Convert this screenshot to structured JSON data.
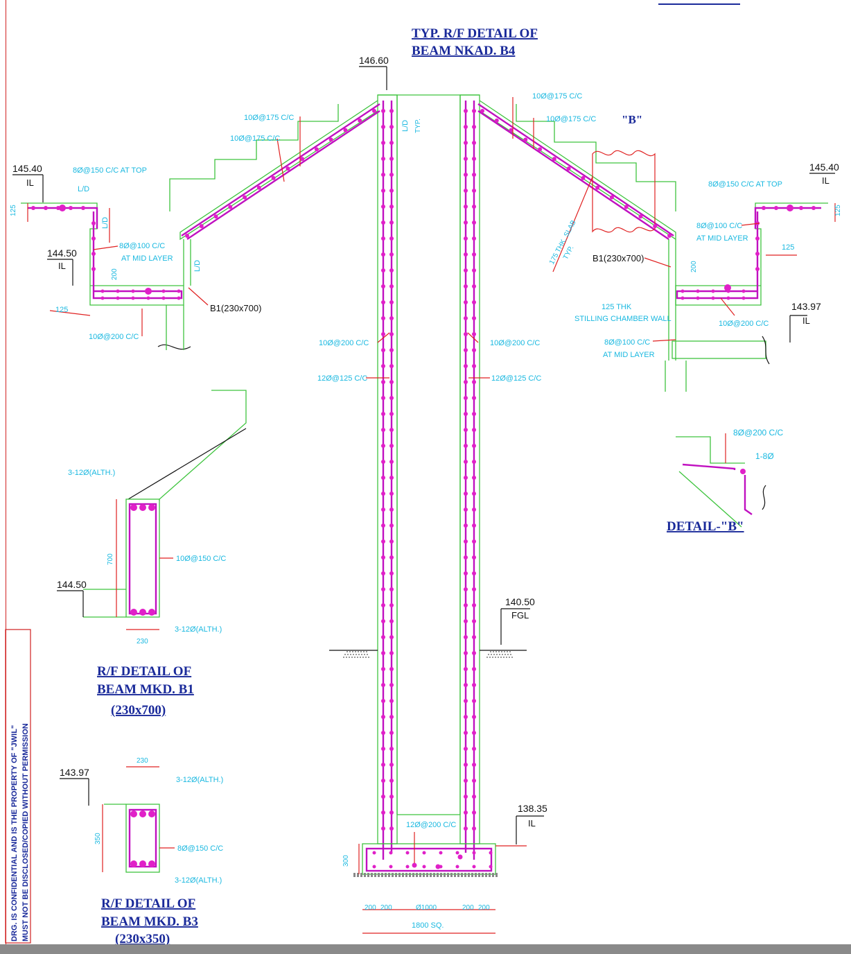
{
  "titles": {
    "b4_line1": "TYP. R/F DETAIL OF",
    "b4_line2": "BEAM NKAD. B4",
    "b1_line1": "R/F DETAIL OF",
    "b1_line2": "BEAM MKD. B1",
    "b1_line3": "(230x700)",
    "b3_line1": "R/F DETAIL OF",
    "b3_line2": "BEAM MKD. B3",
    "b3_line3": "(230x350)",
    "detail_b": "DETAIL-\"B\"",
    "callout_b": "\"B\""
  },
  "levels": {
    "top": "146.60",
    "left_top": "145.40",
    "left_top_il": "IL",
    "left_mid": "144.50",
    "left_mid_il": "IL",
    "right_top": "145.40",
    "right_top_il": "IL",
    "right_mid": "143.97",
    "right_mid_il": "IL",
    "fgl": "140.50",
    "fgl_label": "FGL",
    "bottom": "138.35",
    "bottom_il": "IL",
    "b1_level": "144.50",
    "b3_level": "143.97"
  },
  "labels": {
    "l_top1": "10Ø@175 C/C",
    "l_top2": "10Ø@175 C/C",
    "l_8top": "8Ø@150 C/C AT TOP",
    "l_ld1": "L/D",
    "l_ld2": "L/D",
    "l_ld3": "L/D",
    "l_8mid": "8Ø@100 C/C",
    "l_8mid2": "AT MID LAYER",
    "l_125": "125",
    "l_125b": "125",
    "l_200": "200",
    "l_10_200": "10Ø@200 C/C",
    "l_b1": "B1(230x700)",
    "col_ld": "L/D",
    "col_typ": "TYP.",
    "col_10_200_l": "10Ø@200 C/C",
    "col_12_125_l": "12Ø@125 C/C",
    "col_10_200_r": "10Ø@200 C/C",
    "col_12_125_r": "12Ø@125 C/C",
    "r_top1": "10Ø@175 C/C",
    "r_top2": "10Ø@175 C/C",
    "r_slab": "175 THK. SLAB",
    "r_slab2": "TYP.",
    "r_8top": "8Ø@150 C/C AT TOP",
    "r_8mid": "8Ø@100 C/C",
    "r_8mid2": "AT MID LAYER",
    "r_125": "125",
    "r_125b": "125",
    "r_b1": "B1(230x700)",
    "r_200": "200",
    "r_wall1": "125 THK",
    "r_wall2": "STILLING CHAMBER WALL",
    "r_10_200": "10Ø@200 C/C",
    "r_8mid_b": "8Ø@100 C/C",
    "r_8mid_b2": "AT MID LAYER",
    "db_8": "8Ø@200 C/C",
    "db_1": "1-8Ø",
    "b1_bar_top": "3-12Ø(ALTH.)",
    "b1_stirrup": "10Ø@150 C/C",
    "b1_bar_bot": "3-12Ø(ALTH.)",
    "b1_700": "700",
    "b1_230": "230",
    "b3_230": "230",
    "b3_bar_top": "3-12Ø(ALTH.)",
    "b3_stirrup": "8Ø@150 C/C",
    "b3_bar_bot": "3-12Ø(ALTH.)",
    "b3_350": "350",
    "f_12_200": "12Ø@200 C/C",
    "f_300": "300",
    "f_d1": "200",
    "f_d2": "200",
    "f_d3": "Ø1000",
    "f_d4": "200",
    "f_d5": "200",
    "f_total": "1800 SQ."
  },
  "confidential": {
    "line1": "DRG. IS CONFIDENTIAL AND IS THE PROPERTY OF \"JWIL\"",
    "line2": "MUST NOT BE DISCLOSED/COPIED WITHOUT PERMISSION"
  },
  "colors": {
    "concrete_outline": "#3ec43e",
    "rebar": "#c010c0",
    "rebar_dot": "#e020c8",
    "leader": "#e02020",
    "annotation": "#19b8e0",
    "title": "#1a2a9a"
  }
}
